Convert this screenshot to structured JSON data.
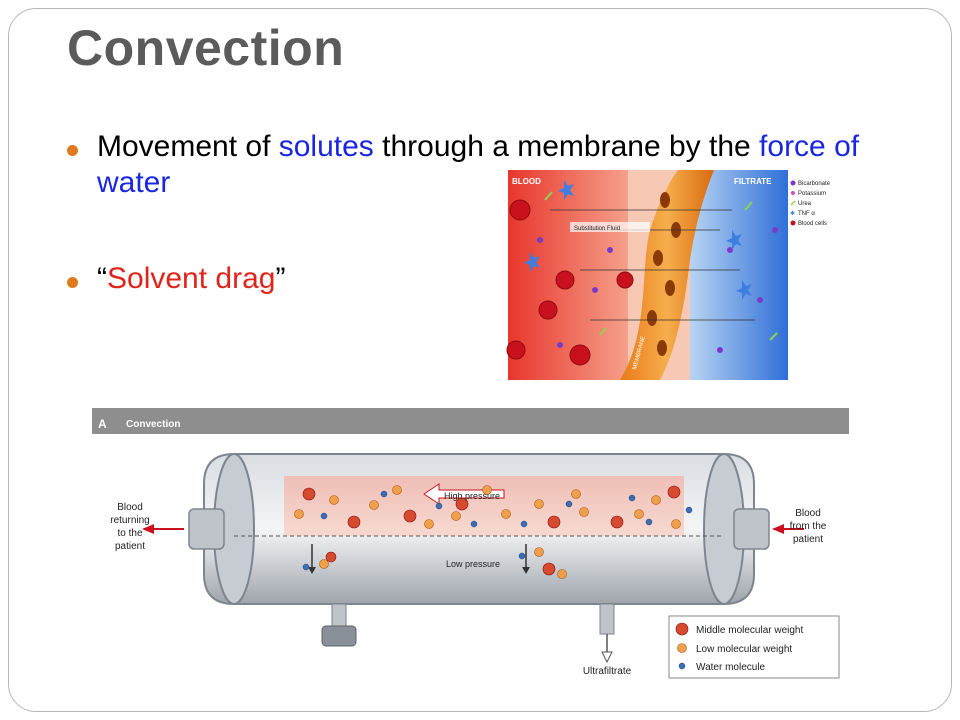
{
  "slide": {
    "title": "Convection",
    "bullet1": {
      "p1": "Movement of ",
      "p2": "solutes",
      "p3": " through a membrane by the ",
      "p4": "force of water"
    },
    "bullet2": {
      "open_quote": "“",
      "text": "Solvent drag",
      "close_quote": "”"
    }
  },
  "membrane_figure": {
    "blood": "BLOOD",
    "filtrate": "FILTRATE",
    "substitution": "Substitution Fluid",
    "membrane": "MEMBRANE",
    "legend": [
      "Bicarbonate",
      "Potassium",
      "Urea",
      "TNF α",
      "Blood cells"
    ]
  },
  "dialyzer_figure": {
    "panel_letter": "A",
    "panel_title": "Convection",
    "high_pressure": "High pressure",
    "low_pressure": "Low pressure",
    "left_label": [
      "Blood",
      "returning",
      "to the",
      "patient"
    ],
    "right_label": [
      "Blood",
      "from the",
      "patient"
    ],
    "ultrafiltrate": "Ultrafiltrate",
    "legend": [
      "Middle molecular weight",
      "Low molecular weight",
      "Water molecule"
    ]
  },
  "colors": {
    "bullet": "#e07a1f",
    "blue_text": "#1a27e0",
    "red_text": "#e0241a",
    "title": "#5b5b5b"
  }
}
